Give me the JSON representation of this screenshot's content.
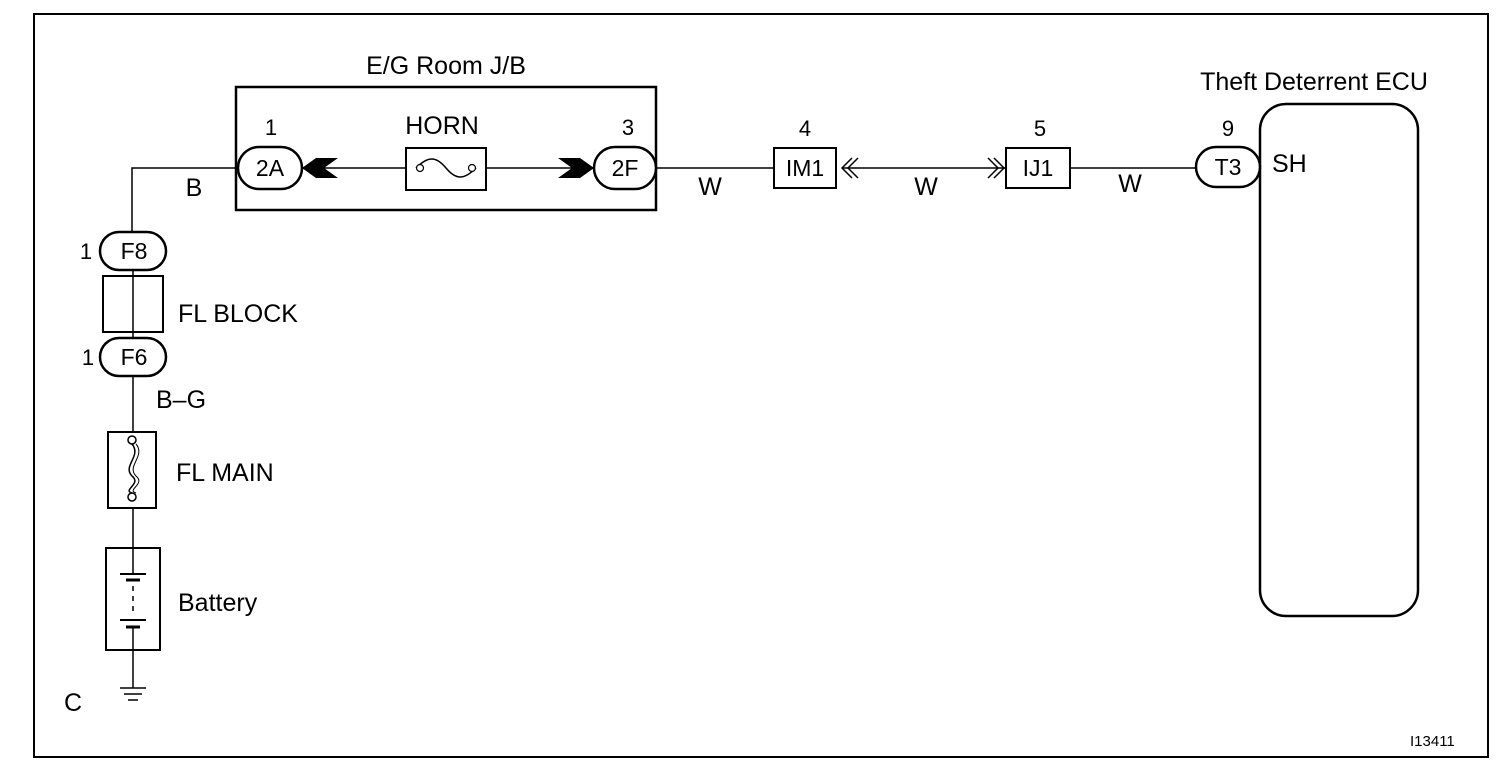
{
  "labels": {
    "jb_title": "E/G Room J/B",
    "ecu_title": "Theft Deterrent ECU",
    "horn_fuse": "HORN",
    "fl_block": "FL BLOCK",
    "fl_main": "FL MAIN",
    "battery": "Battery",
    "corner": "C",
    "figure_id": "I13411"
  },
  "connectors": {
    "c2A": {
      "name": "2A",
      "pin": "1"
    },
    "c2F": {
      "name": "2F",
      "pin": "3"
    },
    "im1": {
      "name": "IM1",
      "pin": "4"
    },
    "ij1": {
      "name": "IJ1",
      "pin": "5"
    },
    "t3": {
      "name": "T3",
      "pin": "9"
    },
    "f8": {
      "name": "F8",
      "pin": "1"
    },
    "f6": {
      "name": "F6",
      "pin": "1"
    },
    "ecu_terminal": "SH"
  },
  "wires": {
    "jb_to_f8": "B",
    "f6_to_main": "B–G",
    "w1": "W",
    "w2": "W",
    "w3": "W"
  }
}
